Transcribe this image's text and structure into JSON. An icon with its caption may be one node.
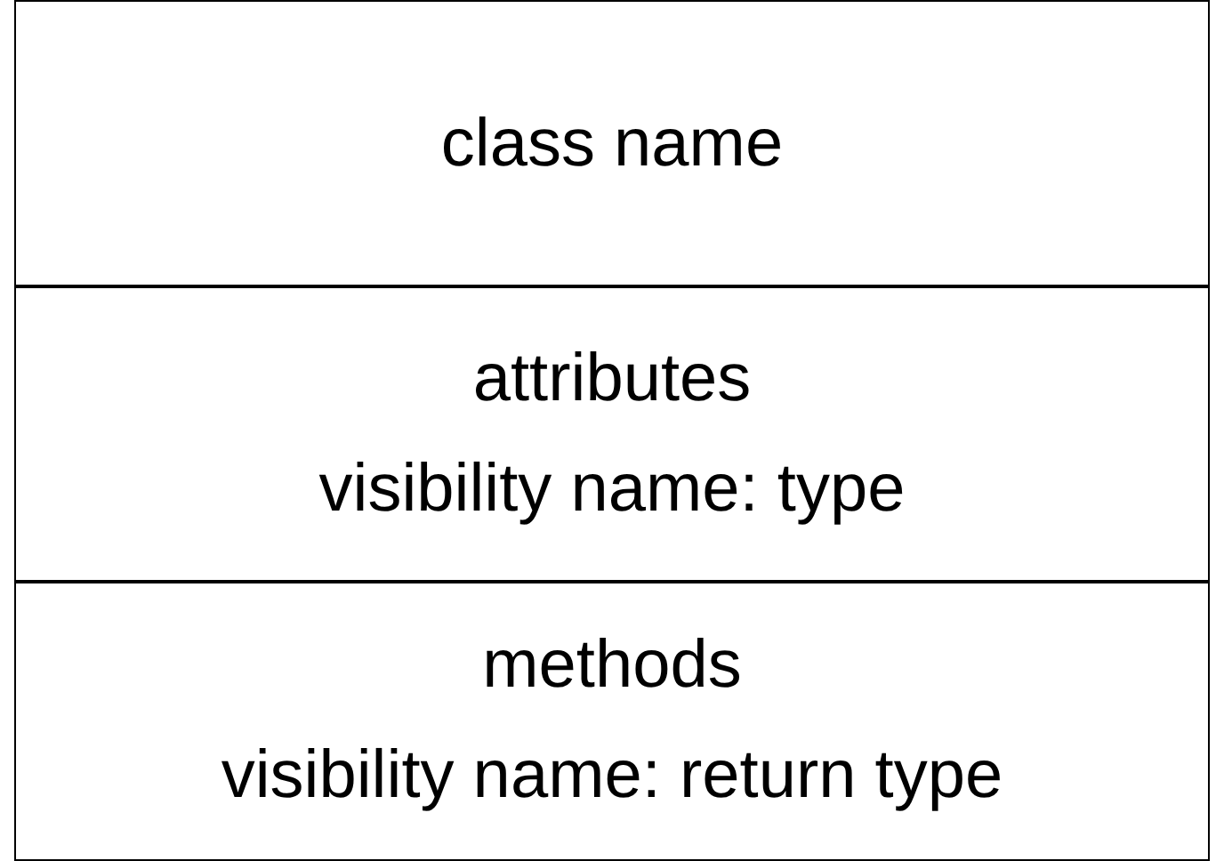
{
  "diagram": {
    "nodes": [
      {
        "text": [
          "class name"
        ]
      },
      {
        "text": [
          "attributes",
          "visibility name: type"
        ]
      },
      {
        "text": [
          "methods",
          "visibility name: return type"
        ]
      }
    ]
  }
}
